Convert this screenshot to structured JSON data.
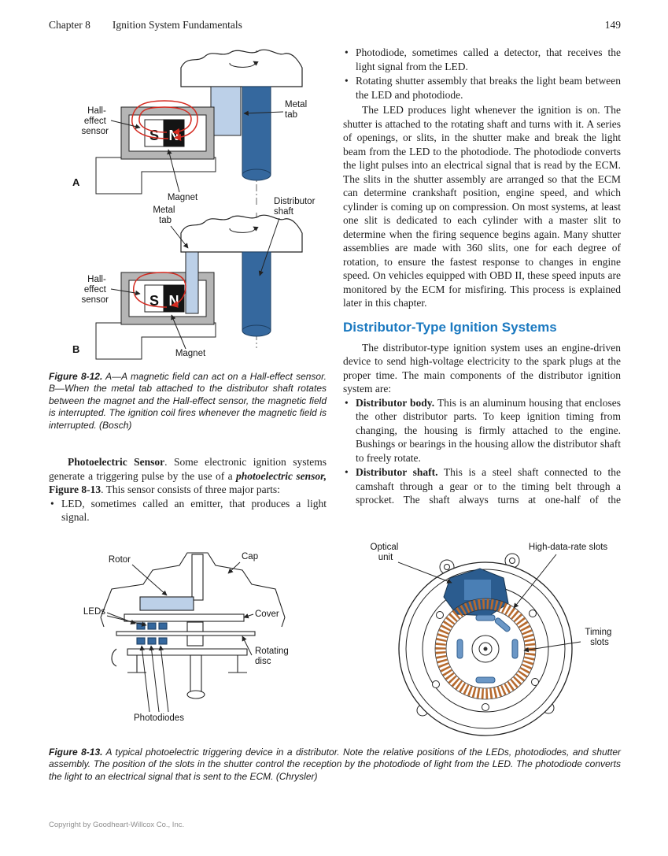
{
  "header": {
    "chapter": "Chapter 8",
    "title": "Ignition System Fundamentals",
    "page_number": "149"
  },
  "left_column": {
    "fig812_caption": {
      "label": "Figure 8-12.",
      "text": " A—A magnetic field can act on a Hall-effect sensor. B—When the metal tab attached to the distributor shaft rotates between the magnet and the Hall-effect sensor, the magnetic field is interrupted. The ignition coil fires whenever the magnetic field is interrupted. (Bosch)"
    },
    "photoelectric_para": {
      "lead": "Photoelectric Sensor",
      "run1": ". Some electronic ignition systems generate a triggering pulse by the use of a ",
      "emph": "photoelectric sensor,",
      "run2": " ",
      "figref": "Figure 8-13",
      "run3": ". This sensor consists of three major parts:"
    },
    "bullet_led": "LED, sometimes called an emitter, that produces a light signal."
  },
  "right_column": {
    "bullet_photodiode": "Photodiode, sometimes called a detector, that receives the light signal from the LED.",
    "bullet_shutter": "Rotating shutter assembly that breaks the light beam between the LED and photodiode.",
    "para_led": "The LED produces light whenever the ignition is on. The shutter is attached to the rotating shaft and turns with it. A series of openings, or slits, in the shutter make and break the light beam from the LED to the photodiode. The photodiode converts the light pulses into an electrical signal that is read by the ECM. The slits in the shutter assembly are arranged so that the ECM can determine crankshaft position, engine speed, and which cylinder is coming up on compression. On most systems, at least one slit is dedicated to each cylinder with a master slit to determine when the firing sequence begins again. Many shutter assemblies are made with 360 slits, one for each degree of rotation, to ensure the fastest response to changes in engine speed. On vehicles equipped with OBD II, these speed inputs are monitored by the ECM for misfiring. This process is explained later in this chapter.",
    "section_heading": "Distributor-Type Ignition Systems",
    "para_intro": "The distributor-type ignition system uses an engine-driven device to send high-voltage electricity to the spark plugs at the proper time. The main components of the distributor ignition system are:",
    "bullet_body": {
      "lead": "Distributor body.",
      "text": " This is an aluminum housing that encloses the other distributor parts. To keep ignition timing from changing, the housing is firmly attached to the engine. Bushings or bearings in the housing allow the distributor shaft to freely rotate."
    },
    "bullet_shaft": {
      "lead": "Distributor shaft.",
      "text": " This is a steel shaft connected to the camshaft through a gear or to the timing belt through a sprocket. The shaft always turns at one-half of the"
    }
  },
  "fig812": {
    "labels": {
      "hall_sensor": [
        "Hall-",
        "effect",
        "sensor"
      ],
      "metal_tab": [
        "Metal",
        "tab"
      ],
      "magnet": "Magnet",
      "distributor_shaft": [
        "Distributor",
        "shaft"
      ],
      "a": "A",
      "b": "B",
      "s": "S",
      "n": "N"
    }
  },
  "fig813": {
    "left": {
      "rotor": "Rotor",
      "cap": "Cap",
      "leds": "LEDs",
      "cover": "Cover",
      "rotating_disc": [
        "Rotating",
        "disc"
      ],
      "photodiodes": "Photodiodes"
    },
    "right": {
      "optical_unit": [
        "Optical",
        "unit"
      ],
      "high_data_rate_slots": "High-data-rate slots",
      "timing_slots": [
        "Timing",
        "slots"
      ]
    },
    "caption": {
      "label": "Figure 8-13.",
      "text": " A typical photoelectric triggering device in a distributor. Note the relative positions of the LEDs, photodiodes, and shutter assembly. The position of the slots in the shutter control the reception by the photodiode of light from the LED. The photodiode converts the light to an electrical signal that is sent to the ECM. (Chrysler)"
    }
  },
  "footer": {
    "copyright": "Copyright by Goodheart-Willcox Co., Inc."
  },
  "colors": {
    "heading_blue": "#1b79c0",
    "shaft_blue": "#35689e",
    "optical_unit_blue": "#2b5c8f",
    "light_blue": "#bcd0e8",
    "field_red": "#d42a20",
    "hatch_orange": "#b76a2e",
    "housing_gray": "#b5b5b5"
  }
}
